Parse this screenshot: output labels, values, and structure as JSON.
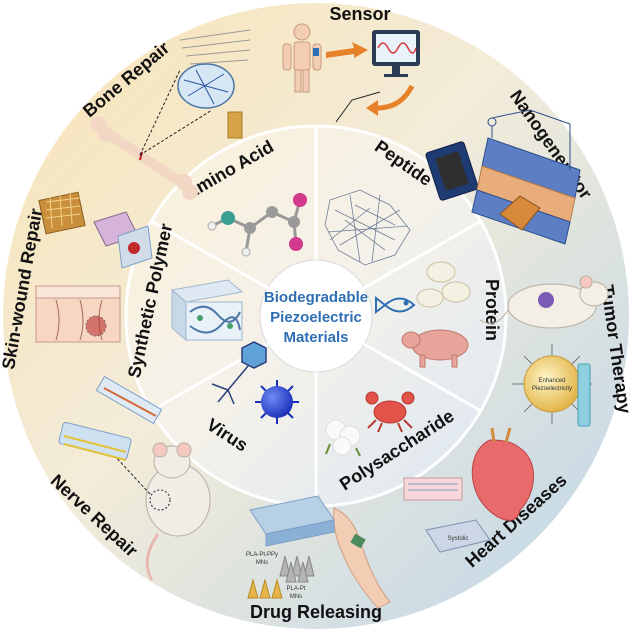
{
  "center": {
    "line1": "Biodegradable",
    "line2": "Piezoelectric",
    "line3": "Materials"
  },
  "materials": {
    "amino_acid": "Amino Acid",
    "peptide": "Peptide",
    "protein": "Protein",
    "polysaccharide": "Polysaccharide",
    "virus": "Virus",
    "synthetic_polymer": "Synthetic Polymer"
  },
  "applications": {
    "sensor": "Sensor",
    "nanogenerator": "Nanogenerator",
    "tumor_therapy": "Tumor Therapy",
    "heart_diseases": "Heart Diseases",
    "drug_releasing": "Drug Releasing",
    "nerve_repair": "Nerve Repair",
    "skin_wound_repair": "Skin-wound Repair",
    "bone_repair": "Bone Repair"
  },
  "inset_labels": {
    "enhanced": "Enhanced",
    "piezoelectricity": "Piezoelectricity",
    "systolic": "Systolic",
    "pla_pt_ppy": "PLA-Pt-PPy",
    "mns_1": "MNs",
    "pla_pt": "PLA-Pt",
    "mns_2": "MNs"
  },
  "colors": {
    "outer_warm": "#f8e6bd",
    "outer_cool": "#c9dcec",
    "middle_ring": "#ffffff",
    "center_fill": "#ffffff",
    "center_text": "#2f6fb3",
    "divider": "#ffffff"
  }
}
